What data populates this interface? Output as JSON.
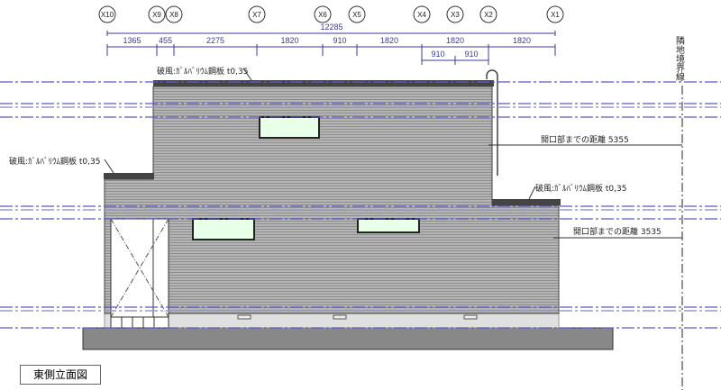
{
  "grid_lines": [
    "X10",
    "X9",
    "X8",
    "X7",
    "X6",
    "X5",
    "X4",
    "X3",
    "X2",
    "X1"
  ],
  "overall_dimension": "12285",
  "span_dimensions": [
    "1365",
    "455",
    "2275",
    "1820",
    "910",
    "1820",
    "1820",
    "1820"
  ],
  "sub_dimensions": [
    "910",
    "910"
  ],
  "fascia_note": "破風:ｶﾞﾙﾊﾞﾘｳﾑ鋼板 t0,35",
  "boundary_label": "隣地境界線",
  "opening_distance_upper": "開口部までの距離 5355",
  "opening_distance_lower": "開口部までの距離 3535",
  "drawing_title": "東側立面図",
  "colors": {
    "wall": "#a8a8a8",
    "roof": "#444444",
    "window": "#e8ffe8",
    "centerline": "#5a5acc",
    "base": "#888888"
  }
}
